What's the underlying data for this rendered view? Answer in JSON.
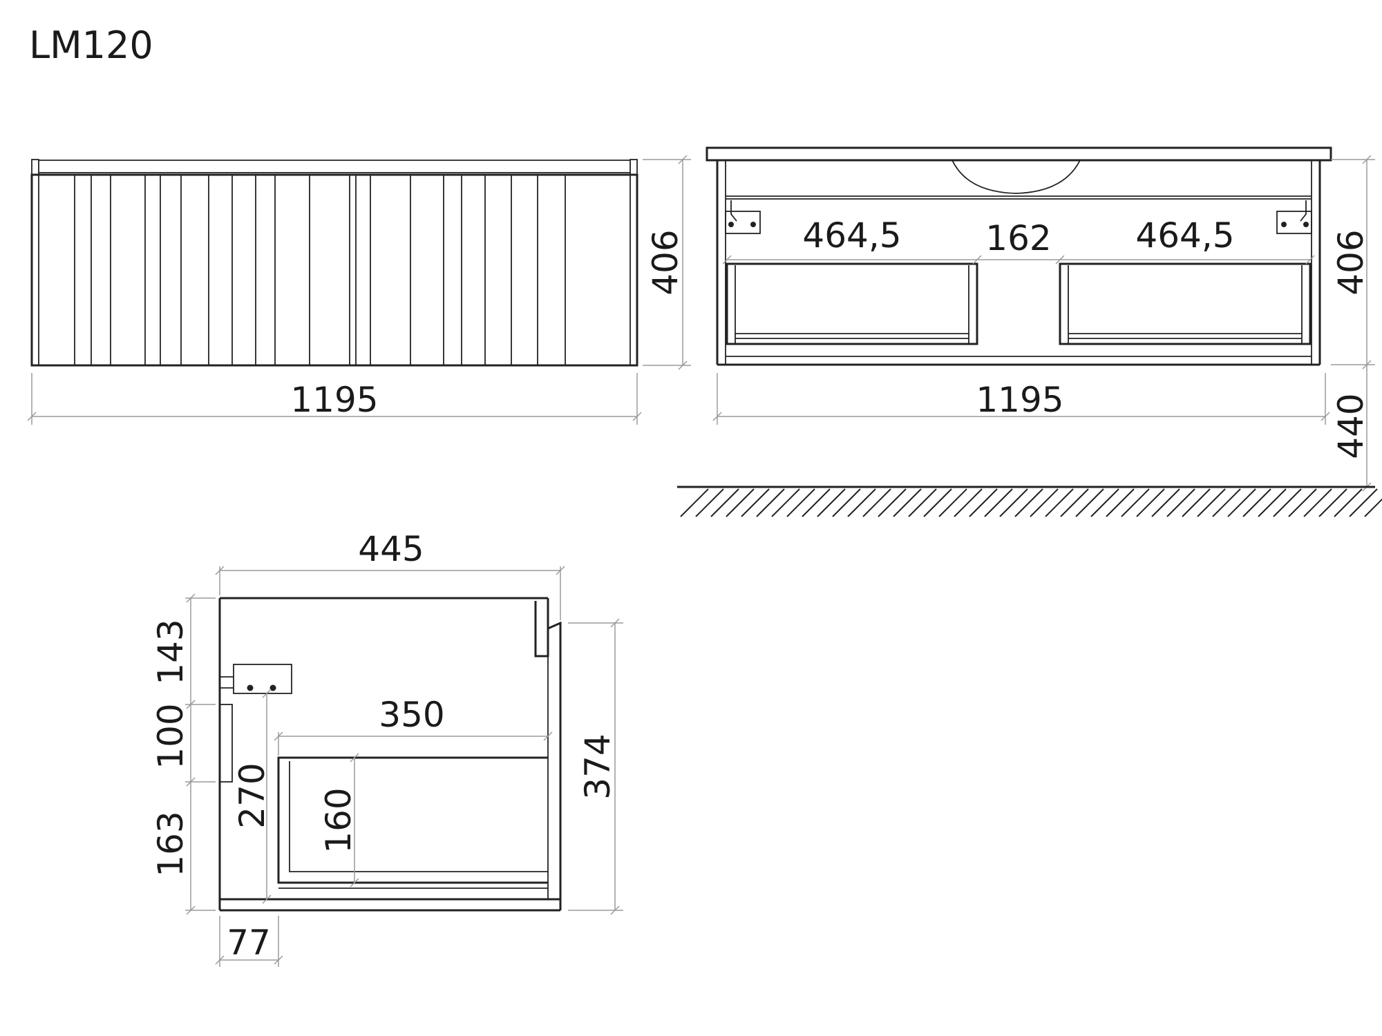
{
  "title": "LM120",
  "front_view": {
    "width": "1195",
    "height": "406"
  },
  "rear_view": {
    "width": "1195",
    "height": "406",
    "floor_clearance": "440",
    "drawer_left": "464,5",
    "drawer_gap": "162",
    "drawer_right": "464,5"
  },
  "side_view": {
    "depth": "445",
    "drawer_depth": "350",
    "height": "374",
    "top_offset": "143",
    "middle": "100",
    "bottom_offset": "163",
    "inner_height": "270",
    "drawer_height": "160",
    "back_offset": "77"
  }
}
